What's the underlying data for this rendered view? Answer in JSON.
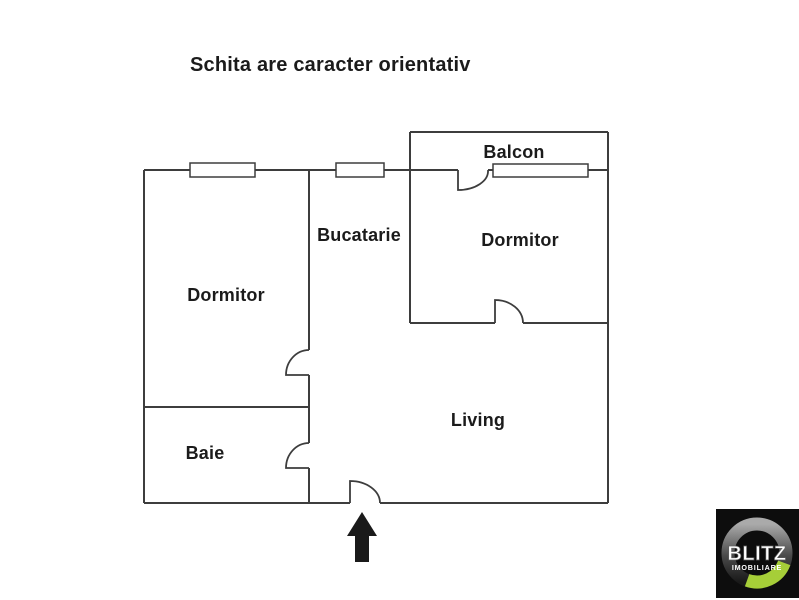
{
  "title": "Schita are caracter orientativ",
  "rooms": {
    "balcon": "Balcon",
    "bucatarie": "Bucatarie",
    "dormitor_right": "Dormitor",
    "dormitor_left": "Dormitor",
    "living": "Living",
    "baie": "Baie"
  },
  "logo": {
    "brand": "BLITZ",
    "sub": "IMOBILIARE",
    "accent_color": "#a6ce38",
    "bg_color": "#0d0d0d"
  },
  "colors": {
    "wall": "#3d3d3d",
    "text": "#1b1b1b",
    "background": "#ffffff",
    "arrow": "#1a1a1a"
  }
}
